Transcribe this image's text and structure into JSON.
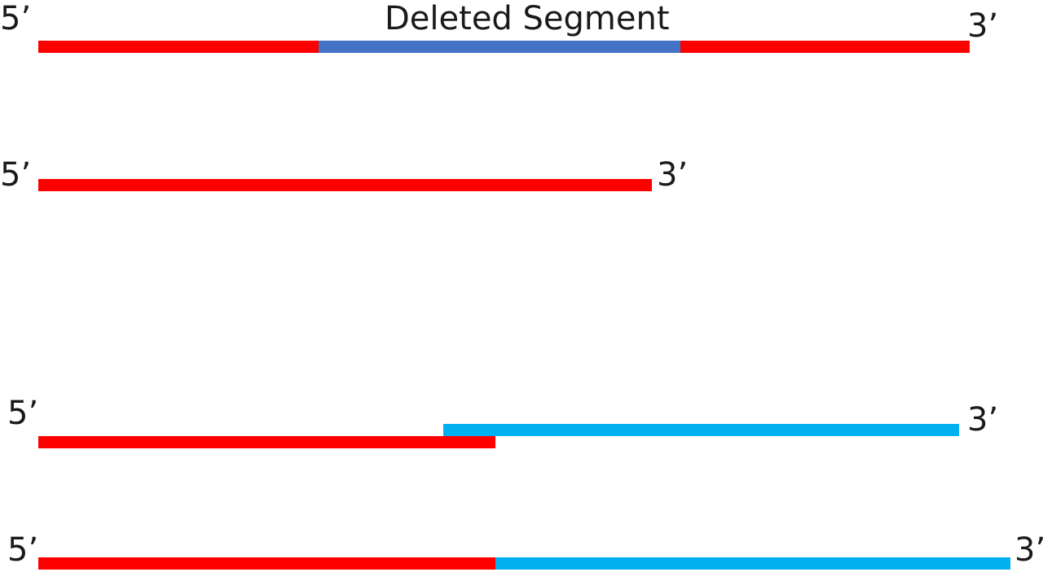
{
  "labels": {
    "five_prime": "5’",
    "three_prime": "3’",
    "deleted": "Deleted Segment"
  },
  "colors": {
    "strand": "#ff0000",
    "deleted_segment": "#4472c4",
    "new_strand": "#00b0f0"
  }
}
